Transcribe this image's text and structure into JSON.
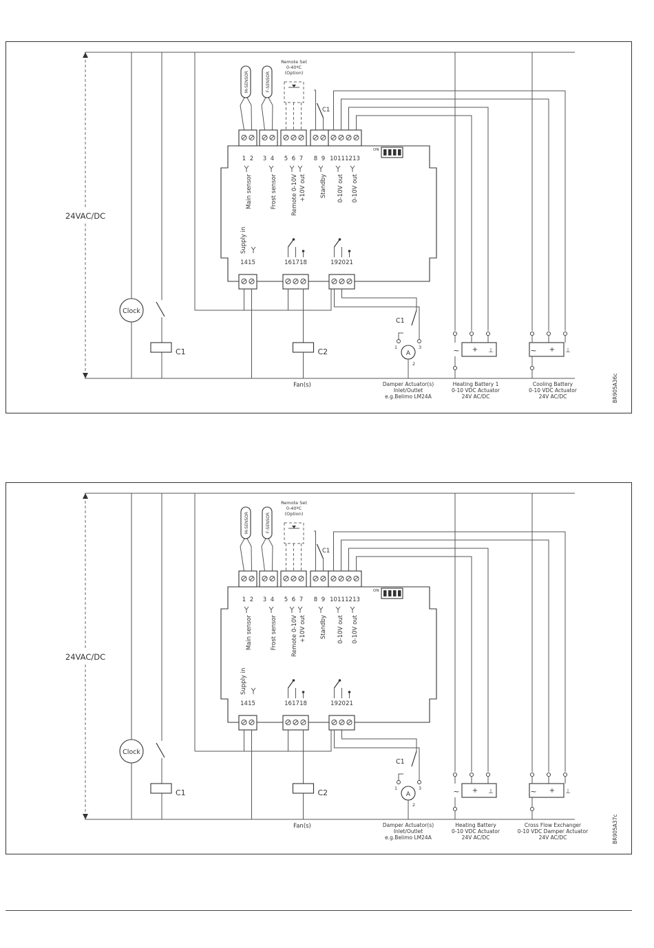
{
  "diagrams": [
    {
      "id": "BR905A36c",
      "voltage_label": "24VAC/DC",
      "remote_set": [
        "Remote Set",
        "0-40ºC",
        "(Option)"
      ],
      "sensors": [
        "M-SENSOR",
        "F-SENSOR"
      ],
      "dip_label": "ON",
      "terminals_top": [
        "1",
        "2",
        "3",
        "4",
        "5",
        "6",
        "7",
        "8",
        "9",
        "10",
        "11",
        "12",
        "13"
      ],
      "terminal_labels": [
        "Main sensor",
        "Frost sensor",
        "Remote 0-10V",
        "+10V out",
        "Standby",
        "0-10V out",
        "0-10V out"
      ],
      "supply_label": "Supply in",
      "terminals_bottom": [
        "14",
        "15",
        "16",
        "17",
        "18",
        "19",
        "20",
        "21"
      ],
      "clock_label": "Clock",
      "relays": [
        "C1",
        "C1",
        "C2",
        "C1"
      ],
      "actuator_symbol": "A",
      "actuator_pins": [
        "1",
        "2",
        "3"
      ],
      "fan_label": "Fan(s)",
      "device_captions": [
        [
          "Damper Actuator(s)",
          "Inlet/Outlet",
          "e.g.Belimo LM24A"
        ],
        [
          "Heating Battery 1",
          "0-10 VDC Actuator",
          "24V AC/DC"
        ],
        [
          "Cooling Battery",
          "0-10 VDC Actuator",
          "24V AC/DC"
        ]
      ],
      "battery_symbols": [
        "~",
        "+",
        "⊥"
      ]
    },
    {
      "id": "BR905A37c",
      "voltage_label": "24VAC/DC",
      "remote_set": [
        "Remote Set",
        "0-40ºC",
        "(Option)"
      ],
      "sensors": [
        "M-SENSOR",
        "F-SENSOR"
      ],
      "dip_label": "ON",
      "terminals_top": [
        "1",
        "2",
        "3",
        "4",
        "5",
        "6",
        "7",
        "8",
        "9",
        "10",
        "11",
        "12",
        "13"
      ],
      "terminal_labels": [
        "Main sensor",
        "Frost sensor",
        "Remote 0-10V",
        "+10V out",
        "Standby",
        "0-10V out",
        "0-10V out"
      ],
      "supply_label": "Supply in",
      "terminals_bottom": [
        "14",
        "15",
        "16",
        "17",
        "18",
        "19",
        "20",
        "21"
      ],
      "clock_label": "Clock",
      "relays": [
        "C1",
        "C1",
        "C2",
        "C1"
      ],
      "actuator_symbol": "A",
      "actuator_pins": [
        "1",
        "2",
        "3"
      ],
      "fan_label": "Fan(s)",
      "device_captions": [
        [
          "Damper Actuator(s)",
          "Inlet/Outlet",
          "e.g.Belimo LM24A"
        ],
        [
          "Heating Battery",
          "0-10 VDC Actuator",
          "24V AC/DC"
        ],
        [
          "Cross Flow Exchanger",
          "0-10 VDC Damper Actuator",
          "24V AC/DC"
        ]
      ],
      "battery_symbols": [
        "~",
        "+",
        "⊥"
      ]
    }
  ]
}
